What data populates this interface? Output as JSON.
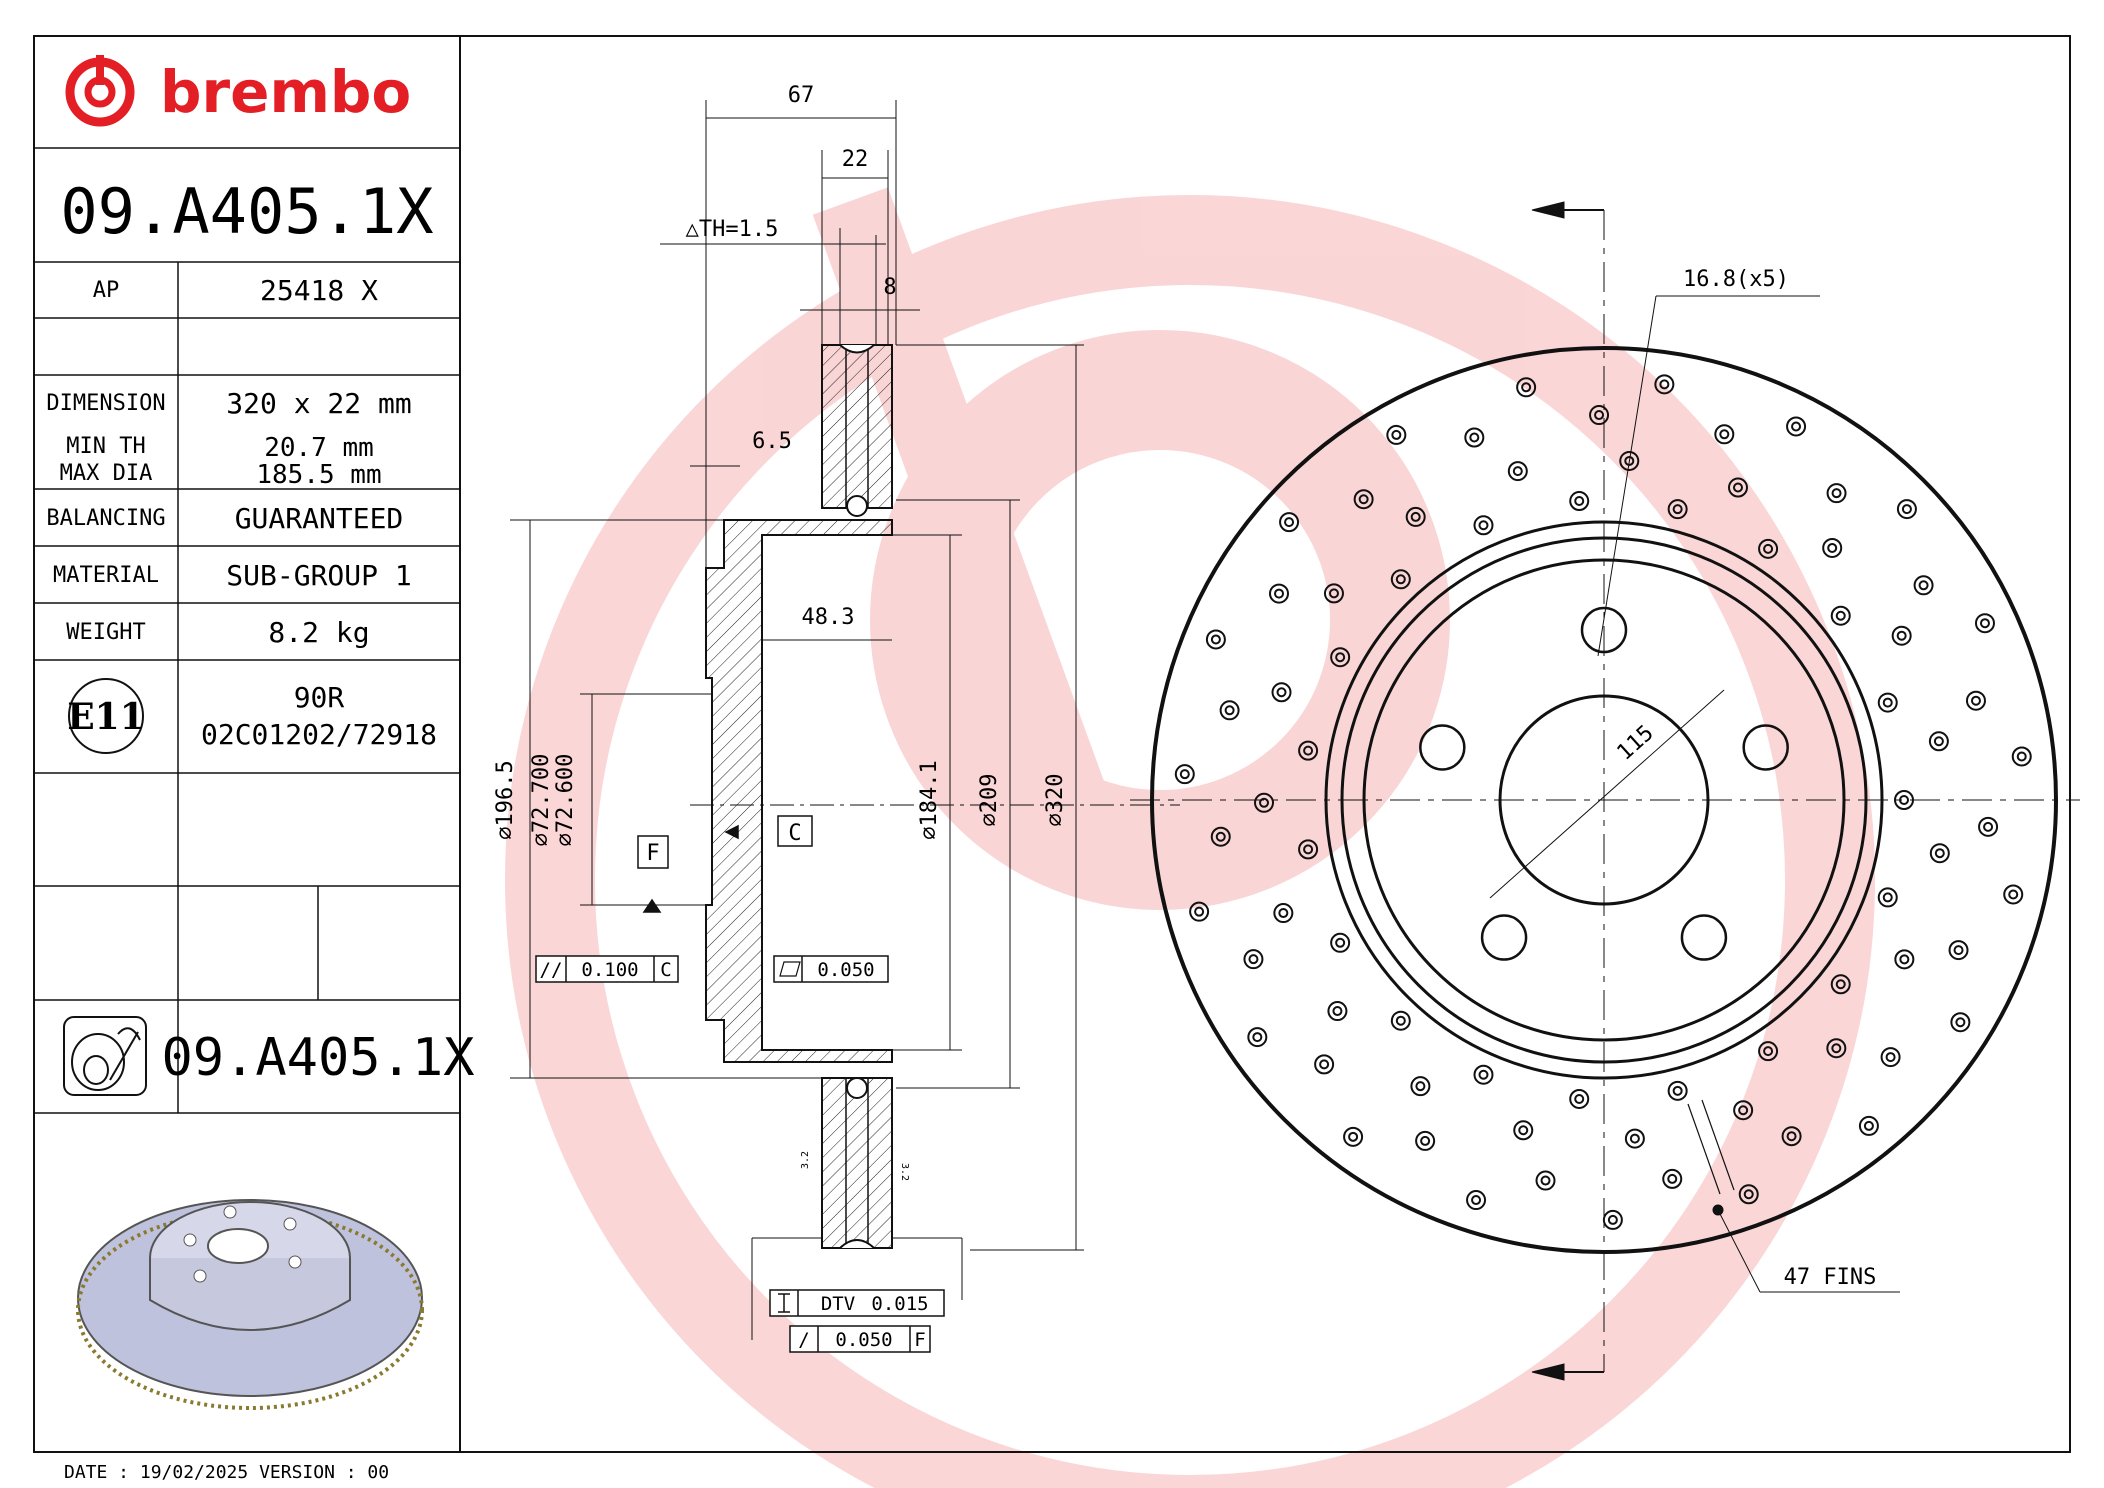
{
  "brand": {
    "name": "brembo",
    "color": "#e31e24"
  },
  "part_number": "09.A405.1X",
  "table": {
    "ap_label": "AP",
    "ap_value": "25418 X",
    "dimension_label": "DIMENSION",
    "dimension_value": "320 x 22 mm",
    "min_th_label": "MIN TH",
    "min_th_value": "20.7 mm",
    "max_dia_label": "MAX DIA",
    "max_dia_value": "185.5 mm",
    "balancing_label": "BALANCING",
    "balancing_value": "GUARANTEED",
    "material_label": "MATERIAL",
    "material_value": "SUB-GROUP 1",
    "weight_label": "WEIGHT",
    "weight_value": "8.2 kg",
    "homologation_mark": "E11",
    "homologation_code": "90R",
    "homologation_number": "02C01202/72918",
    "bottom_part_number": "09.A405.1X"
  },
  "footer": {
    "date_text": "DATE : 19/02/2025 VERSION : 00"
  },
  "section_view": {
    "dim_overall_width": "67",
    "dim_disc_thickness": "22",
    "dim_th_tolerance": "△TH=1.5",
    "dim_vane_width": "8",
    "dim_hat_wall": "6.5",
    "dim_hat_depth": "48.3",
    "dia_196": "⌀196.5",
    "dia_centre_max": "⌀72.700",
    "dia_centre_min": "⌀72.600",
    "dia_184": "⌀184.1",
    "dia_209": "⌀209",
    "dia_320": "⌀320",
    "datum_f": "F",
    "datum_c": "C",
    "parallelism_symbol": "//",
    "parallelism_value": "0.100",
    "parallelism_datum": "C",
    "flatness_value": "0.050",
    "dtv_label": "DTV",
    "dtv_value": "0.015",
    "runout_symbol": "/",
    "runout_value": "0.050",
    "runout_datum": "F",
    "roughness_left": "3.2",
    "roughness_right": "3.2"
  },
  "front_view": {
    "hole_callout": "16.8(x5)",
    "pcd_label": "115",
    "fins_label": "47 FINS"
  }
}
